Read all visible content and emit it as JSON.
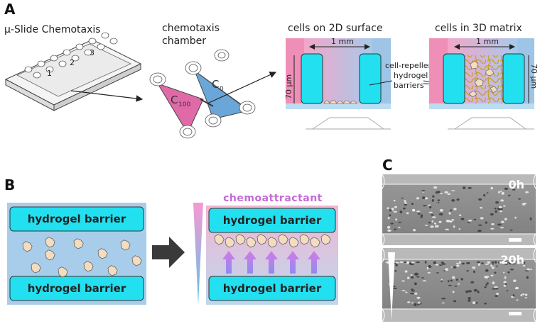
{
  "panels": {
    "a": {
      "letter": "A",
      "slide_label": "µ-Slide Chemotaxis",
      "chamber_label_line1": "chemotaxis",
      "chamber_label_line2": "chamber",
      "c100_main": "C",
      "c100_sub": "100",
      "c0_main": "C",
      "c0_sub": "0",
      "surface_title": "cells on  2D surface",
      "matrix_title": "cells in 3D matrix",
      "width_label": "1 mm",
      "height_label": "70 µm",
      "barrier_note_line1": "cell-repellent",
      "barrier_note_line2": "hydrogel",
      "barrier_note_line3": "barriers",
      "slide_numbers": [
        "1",
        "2",
        "3"
      ]
    },
    "b": {
      "letter": "B",
      "barrier_label": "hydrogel barrier",
      "chemoattractant_label": "chemoattractant"
    },
    "c": {
      "letter": "C",
      "time_top": "0h",
      "time_bottom": "20h"
    }
  },
  "colors": {
    "barrier_fill": "#22e0f0",
    "pink": "#e87ab8",
    "blue": "#7ab4dc",
    "cell_fill": "#f3dcc0",
    "chemo_text": "#c56ad6"
  }
}
